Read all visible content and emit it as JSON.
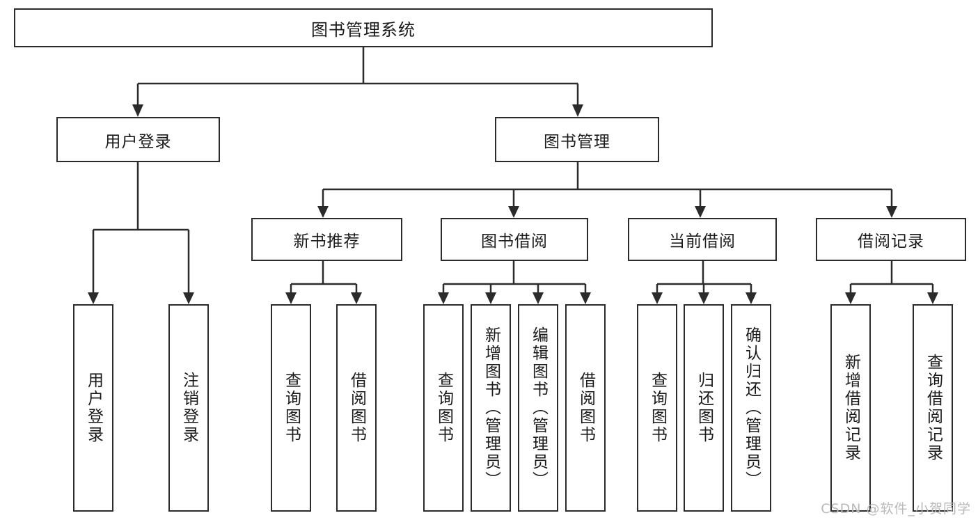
{
  "diagram": {
    "title": "图书管理系统",
    "type": "tree",
    "watermark": "CSDN @软件_小贺同学",
    "colors": {
      "stroke": "#2b2b2b",
      "fill": "#ffffff",
      "watermark": "#b9b9b9"
    },
    "root": {
      "label": "图书管理系统"
    },
    "level2": [
      {
        "label": "用户登录"
      },
      {
        "label": "图书管理"
      }
    ],
    "level3": [
      {
        "label": "新书推荐"
      },
      {
        "label": "图书借阅"
      },
      {
        "label": "当前借阅"
      },
      {
        "label": "借阅记录"
      }
    ],
    "leaves": {
      "user_login": [
        {
          "label": "用户登录"
        },
        {
          "label": "注销登录"
        }
      ],
      "new_book": [
        {
          "label": "查询图书"
        },
        {
          "label": "借阅图书"
        }
      ],
      "book_borrow": [
        {
          "label": "查询图书"
        },
        {
          "label": "新增图书（管理员）"
        },
        {
          "label": "编辑图书（管理员）"
        },
        {
          "label": "借阅图书"
        }
      ],
      "current_borrow": [
        {
          "label": "查询图书"
        },
        {
          "label": "归还图书"
        },
        {
          "label": "确认归还（管理员）"
        }
      ],
      "borrow_record": [
        {
          "label": "新增借阅记录"
        },
        {
          "label": "查询借阅记录"
        }
      ]
    }
  }
}
